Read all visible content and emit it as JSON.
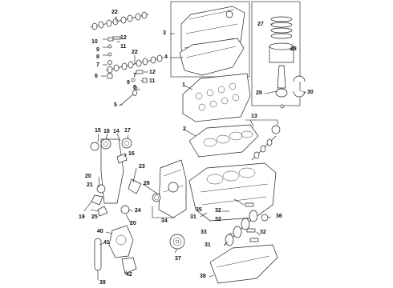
{
  "diagram": {
    "callouts": [
      "1",
      "2",
      "3",
      "4",
      "5",
      "6",
      "7",
      "8",
      "9",
      "10",
      "11",
      "12",
      "13",
      "14",
      "15",
      "16",
      "17",
      "18",
      "19",
      "20",
      "21",
      "22",
      "23",
      "24",
      "25",
      "26",
      "27",
      "28",
      "29",
      "30",
      "31",
      "32",
      "33",
      "34",
      "35",
      "36",
      "37",
      "38",
      "39",
      "40",
      "41",
      "42"
    ]
  }
}
